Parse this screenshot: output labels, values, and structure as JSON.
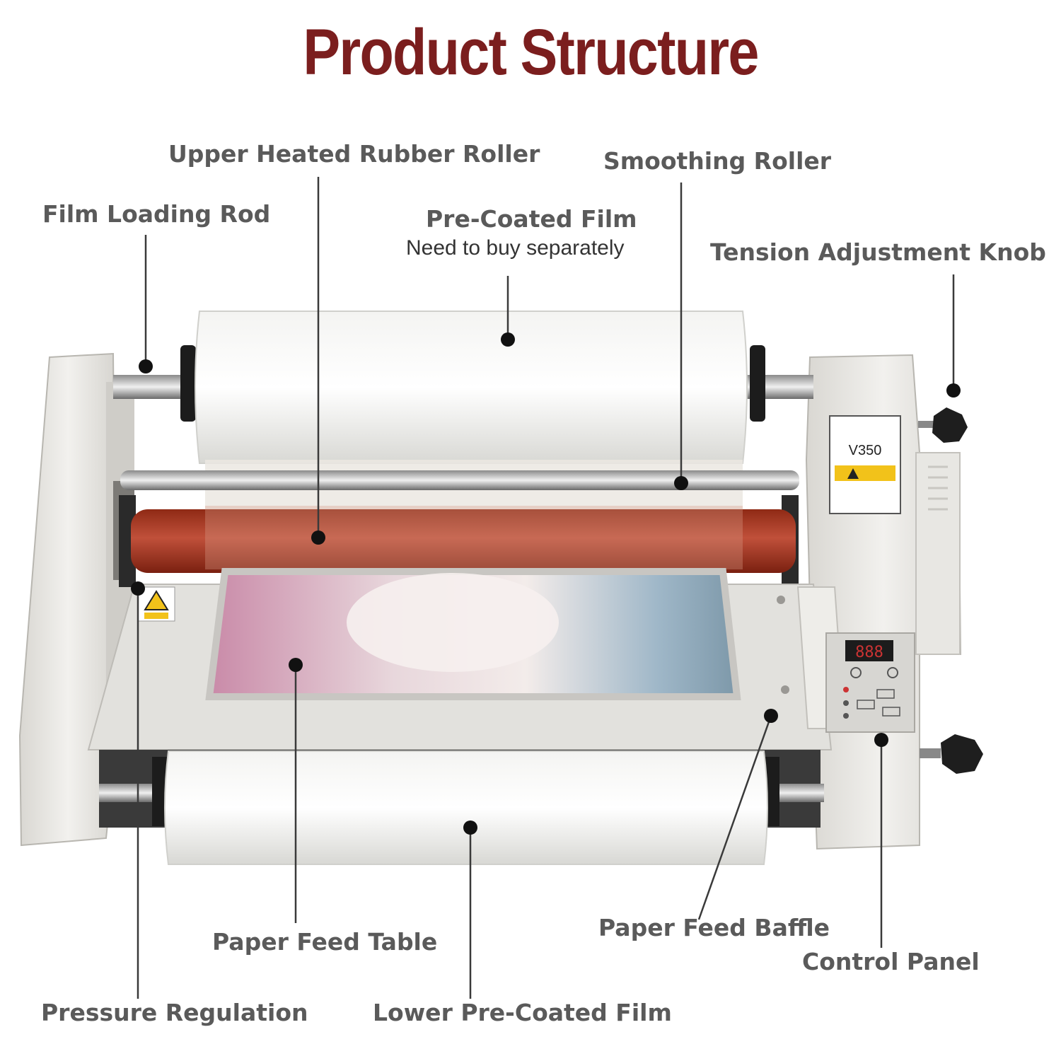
{
  "title": "Product Structure",
  "labels": {
    "upper_heated_rubber_roller": "Upper Heated Rubber Roller",
    "smoothing_roller": "Smoothing Roller",
    "film_loading_rod": "Film Loading Rod",
    "pre_coated_film": "Pre-Coated Film",
    "pre_coated_film_note": "Need to buy separately",
    "tension_adjustment_knob": "Tension Adjustment Knob",
    "paper_feed_table": "Paper Feed Table",
    "paper_feed_baffle": "Paper Feed Baffle",
    "control_panel": "Control Panel",
    "pressure_regulation": "Pressure Regulation",
    "lower_pre_coated_film": "Lower Pre-Coated Film"
  },
  "machine": {
    "model": "V350",
    "display": "888"
  },
  "colors": {
    "title": "#7b1e1e",
    "label": "#5a5a5a",
    "roller": "#a8381f",
    "body": "#eceae6"
  }
}
